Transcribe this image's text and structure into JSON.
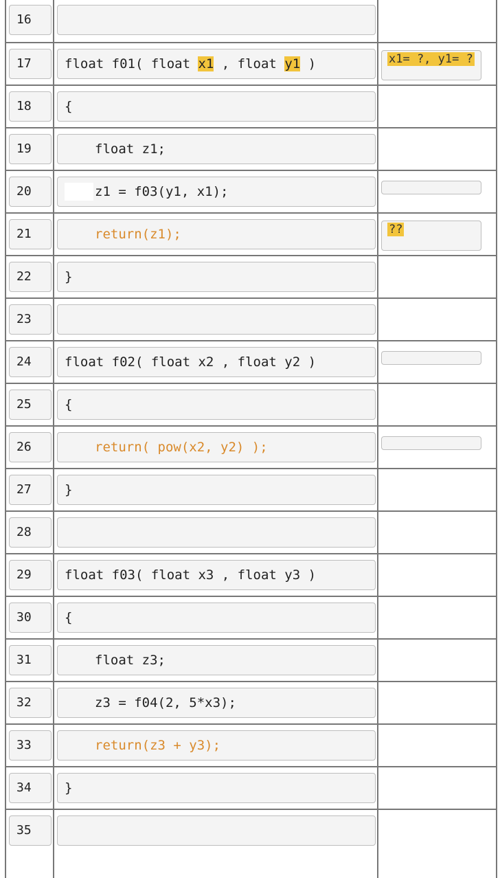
{
  "rows": [
    {
      "num": "16",
      "code": "",
      "note": null
    },
    {
      "num": "17",
      "code_parts": [
        "float f01( float ",
        "x1",
        " , float ",
        "y1",
        " )"
      ],
      "note": "x1= ?, y1= ?"
    },
    {
      "num": "18",
      "code": "{",
      "note": null
    },
    {
      "num": "19",
      "code": "float z1;",
      "indent": true,
      "note": null
    },
    {
      "num": "20",
      "code": "z1 = f03(y1, x1);",
      "indent": true,
      "note": ""
    },
    {
      "num": "21",
      "code": "return(z1);",
      "indent": true,
      "orange": true,
      "note": "??"
    },
    {
      "num": "22",
      "code": "}",
      "note": null
    },
    {
      "num": "23",
      "code": "",
      "note": null
    },
    {
      "num": "24",
      "code": "float f02( float x2 , float y2 )",
      "note": ""
    },
    {
      "num": "25",
      "code": "{",
      "note": null
    },
    {
      "num": "26",
      "code": "return( pow(x2, y2) );",
      "indent": true,
      "orange": true,
      "note": ""
    },
    {
      "num": "27",
      "code": "}",
      "note": null
    },
    {
      "num": "28",
      "code": "",
      "note": null
    },
    {
      "num": "29",
      "code": "float f03( float x3 , float y3 )",
      "note": null
    },
    {
      "num": "30",
      "code": "{",
      "note": null
    },
    {
      "num": "31",
      "code": "float z3;",
      "indent": true,
      "note": null
    },
    {
      "num": "32",
      "code": "z3 = f04(2, 5*x3);",
      "indent": true,
      "note": null
    },
    {
      "num": "33",
      "code": "return(z3 + y3);",
      "indent": true,
      "orange": true,
      "note": null
    },
    {
      "num": "34",
      "code": "}",
      "note": null
    },
    {
      "num": "35",
      "code": "",
      "note": null
    }
  ],
  "colors": {
    "keyword_orange": "#d98a2b",
    "highlight": "#f2c43c",
    "border": "#777777"
  }
}
